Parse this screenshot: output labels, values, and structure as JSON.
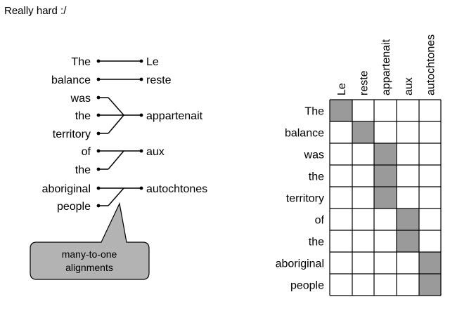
{
  "heading": "Really hard :/",
  "source_words": [
    "The",
    "balance",
    "was",
    "the",
    "territory",
    "of",
    "the",
    "aboriginal",
    "people"
  ],
  "target_words": [
    "Le",
    "reste",
    "appartenait",
    "aux",
    "autochtones"
  ],
  "links": [
    [
      0,
      0
    ],
    [
      1,
      1
    ],
    [
      2,
      2
    ],
    [
      3,
      2
    ],
    [
      4,
      2
    ],
    [
      5,
      3
    ],
    [
      6,
      3
    ],
    [
      7,
      4
    ],
    [
      8,
      4
    ]
  ],
  "callout": {
    "line1": "many-to-one",
    "line2": "alignments"
  },
  "matrix": {
    "columns": [
      "Le",
      "reste",
      "appartenait",
      "aux",
      "autochtones"
    ],
    "rows": [
      "The",
      "balance",
      "was",
      "the",
      "territory",
      "of",
      "the",
      "aboriginal",
      "people"
    ],
    "filled": [
      [
        0,
        0
      ],
      [
        1,
        1
      ],
      [
        2,
        2
      ],
      [
        3,
        2
      ],
      [
        4,
        2
      ],
      [
        5,
        3
      ],
      [
        6,
        3
      ],
      [
        7,
        4
      ],
      [
        8,
        4
      ]
    ]
  },
  "colors": {
    "filled_cell": "#9a9a9a",
    "callout_fill": "#b3b3b3",
    "line": "#000000"
  }
}
